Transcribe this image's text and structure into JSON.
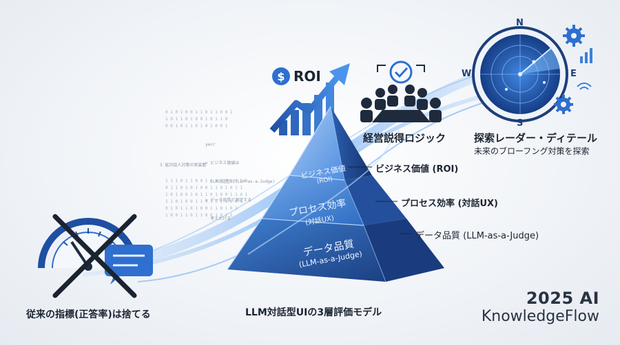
{
  "roi_badge": {
    "symbol": "$",
    "text": "ROI"
  },
  "pyramid": {
    "caption": "LLM対話型UIの3層評価モデル",
    "layers": [
      {
        "title": "ビジネス価値",
        "subtitle": "(ROI)",
        "callout": "ビジネス価値 (ROI)"
      },
      {
        "title": "プロセス効率",
        "subtitle": "(対話UX)",
        "callout": "プロセス効率 (対話UX)"
      },
      {
        "title": "データ品質",
        "subtitle": "(LLM-as-a-Judge)",
        "callout": "データ品質 (LLM-as-a-Judge)"
      }
    ],
    "colors": {
      "top": "#6fa6e8",
      "middle": "#3f7fd0",
      "bottom": "#23509a",
      "accent": "#2e6fd0"
    }
  },
  "meeting": {
    "caption": "経営説得ロジック"
  },
  "radar": {
    "title": "探索レーダー・ディテール",
    "subtitle": "未来のブローフング対策を探索",
    "compass": [
      "N",
      "E",
      "S",
      "W"
    ]
  },
  "gauge": {
    "caption": "従来の指標(正答率)は捨てる"
  },
  "code_snippet": {
    "lines": [
      "yecr",
      "> ビジネス価値は",
      "  LLM対話型UI(LLM-as-a-Judge)",
      "> データ品質で測定する",
      "  考えだける"
    ],
    "side_label": "3 层対話人対策の実装層"
  },
  "brand": {
    "year": "2025 AI",
    "name": "KnowledgeFlow"
  }
}
